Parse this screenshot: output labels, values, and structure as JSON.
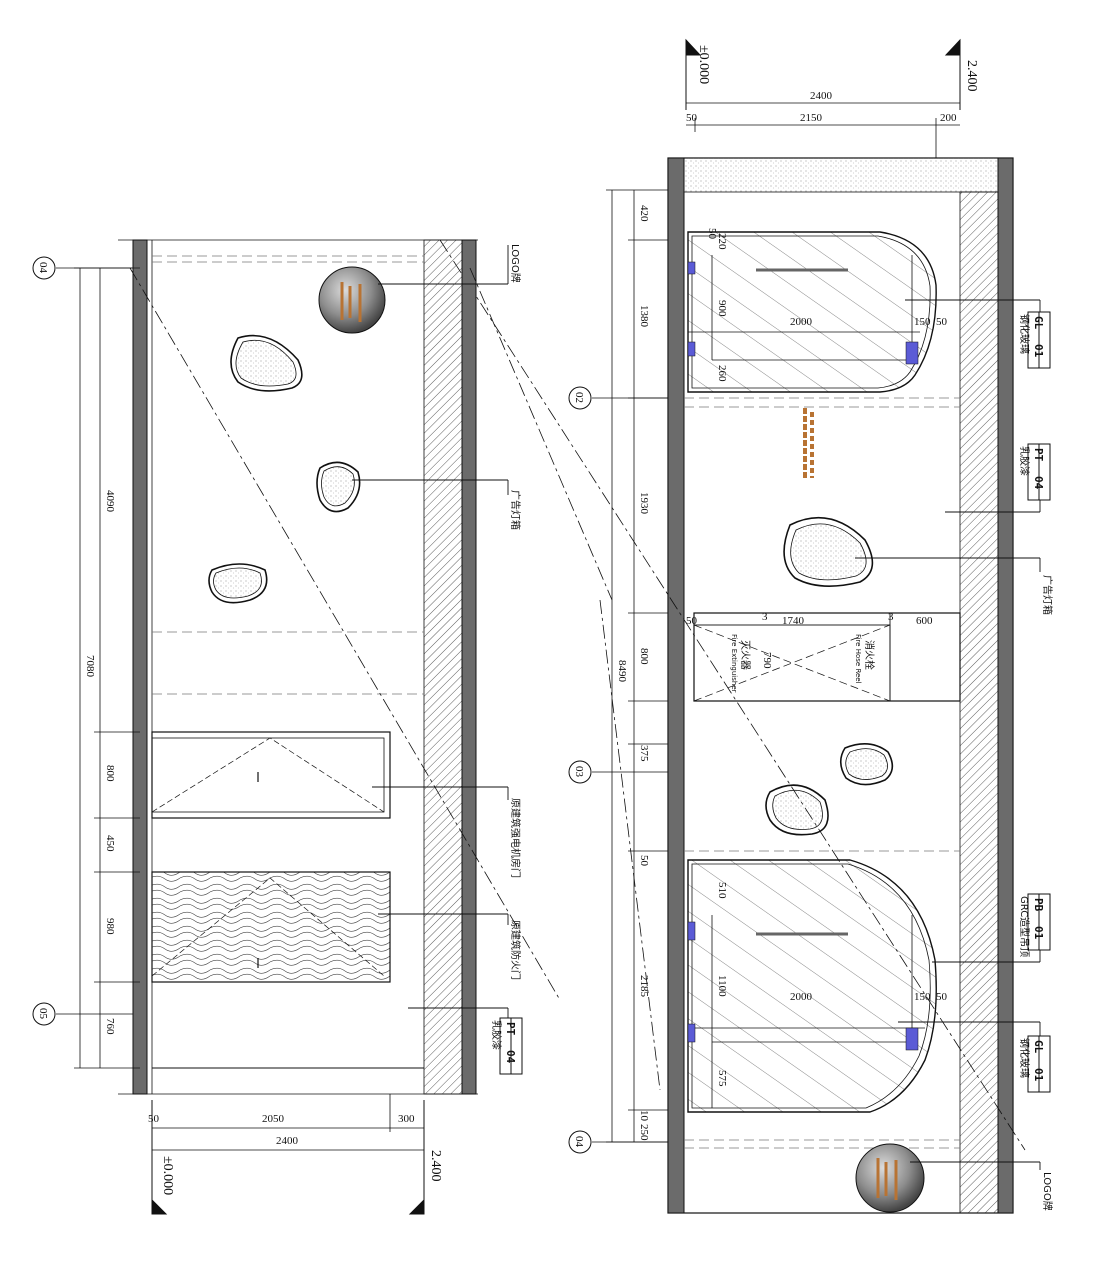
{
  "right": {
    "levels": [
      "±0.000",
      "2.400"
    ],
    "dims_top": [
      "2400",
      "50",
      "2150",
      "200"
    ],
    "dims_left": [
      "420",
      "1380",
      "1930",
      "800",
      "375",
      "50",
      "2185",
      "10",
      "250"
    ],
    "total": "8490",
    "inner_upper": [
      "50",
      "220",
      "900",
      "260",
      "2000",
      "150",
      "50"
    ],
    "inner_lower": [
      "510",
      "1100",
      "575",
      "2000",
      "150",
      "50"
    ],
    "door_dims": [
      "50",
      "1740",
      "600",
      "790",
      "3",
      "3"
    ],
    "door_text": [
      "灭火器",
      "Fire Extinguisher",
      "消火栓",
      "Fire Hose Reel"
    ],
    "axes": [
      "02",
      "03",
      "04"
    ],
    "callouts": {
      "gl1": {
        "code": "GL",
        "num": "01",
        "name": "钢化玻璃"
      },
      "pt": {
        "code": "PT",
        "num": "04",
        "name": "乳胶漆"
      },
      "lightbox": "广告灯箱",
      "pb": {
        "code": "PB",
        "num": "01",
        "name": "GRC造型吊顶"
      },
      "gl2": {
        "code": "GL",
        "num": "01",
        "name": "钢化玻璃"
      },
      "logo": "LOGO牌"
    }
  },
  "left": {
    "levels": [
      "±0.000",
      "2.400"
    ],
    "dims_bottom": [
      "50",
      "2050",
      "300",
      "2400"
    ],
    "dims_left": [
      "4090",
      "800",
      "450",
      "980",
      "760"
    ],
    "total": "7080",
    "axes": [
      "04",
      "05"
    ],
    "callouts": {
      "logo": "LOGO牌",
      "lightbox": "广告灯箱",
      "door1": "原建筑强电机房门",
      "door2": "原建筑防火门",
      "pt": {
        "code": "PT",
        "num": "04",
        "name": "乳胶漆"
      }
    }
  },
  "colors": {
    "line": "#111111",
    "wall": "#6b6b6b",
    "logo": "#8a8a8a",
    "accent": "#b87333",
    "blue": "#5b5bd6"
  }
}
